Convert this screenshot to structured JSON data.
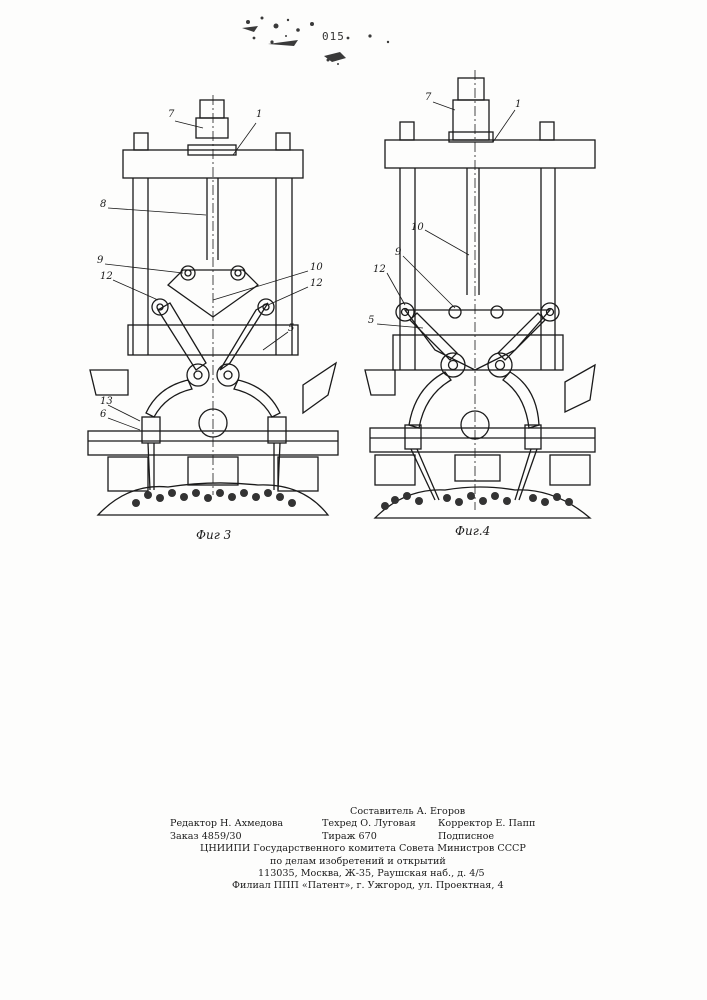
{
  "header": {
    "patent_number": "015"
  },
  "figures": [
    {
      "id": "fig3",
      "caption": "Фиг 3",
      "callouts": [
        "7",
        "1",
        "8",
        "9",
        "12",
        "10",
        "12",
        "5",
        "13",
        "6"
      ]
    },
    {
      "id": "fig4",
      "caption": "Фиг.4",
      "callouts": [
        "7",
        "1",
        "10",
        "9",
        "12",
        "5"
      ]
    }
  ],
  "imprint": {
    "compiler": "Составитель А. Егоров",
    "editor": "Редактор Н. Ахмедова",
    "techred": "Техред О. Луговая",
    "corrector": "Корректор Е. Папп",
    "order": "Заказ 4859/30",
    "circulation": "Тираж 670",
    "subscription": "Подписное",
    "org_line1": "ЦНИИПИ Государственного комитета Совета Министров СССР",
    "org_line2": "по делам изобретений и открытий",
    "address": "113035, Москва, Ж-35, Раушская наб., д. 4/5",
    "branch": "Филиал ППП «Патент», г. Ужгород, ул. Проектная, 4"
  },
  "colors": {
    "ink": "#1a1a1a",
    "paper": "#fdfdfc"
  }
}
